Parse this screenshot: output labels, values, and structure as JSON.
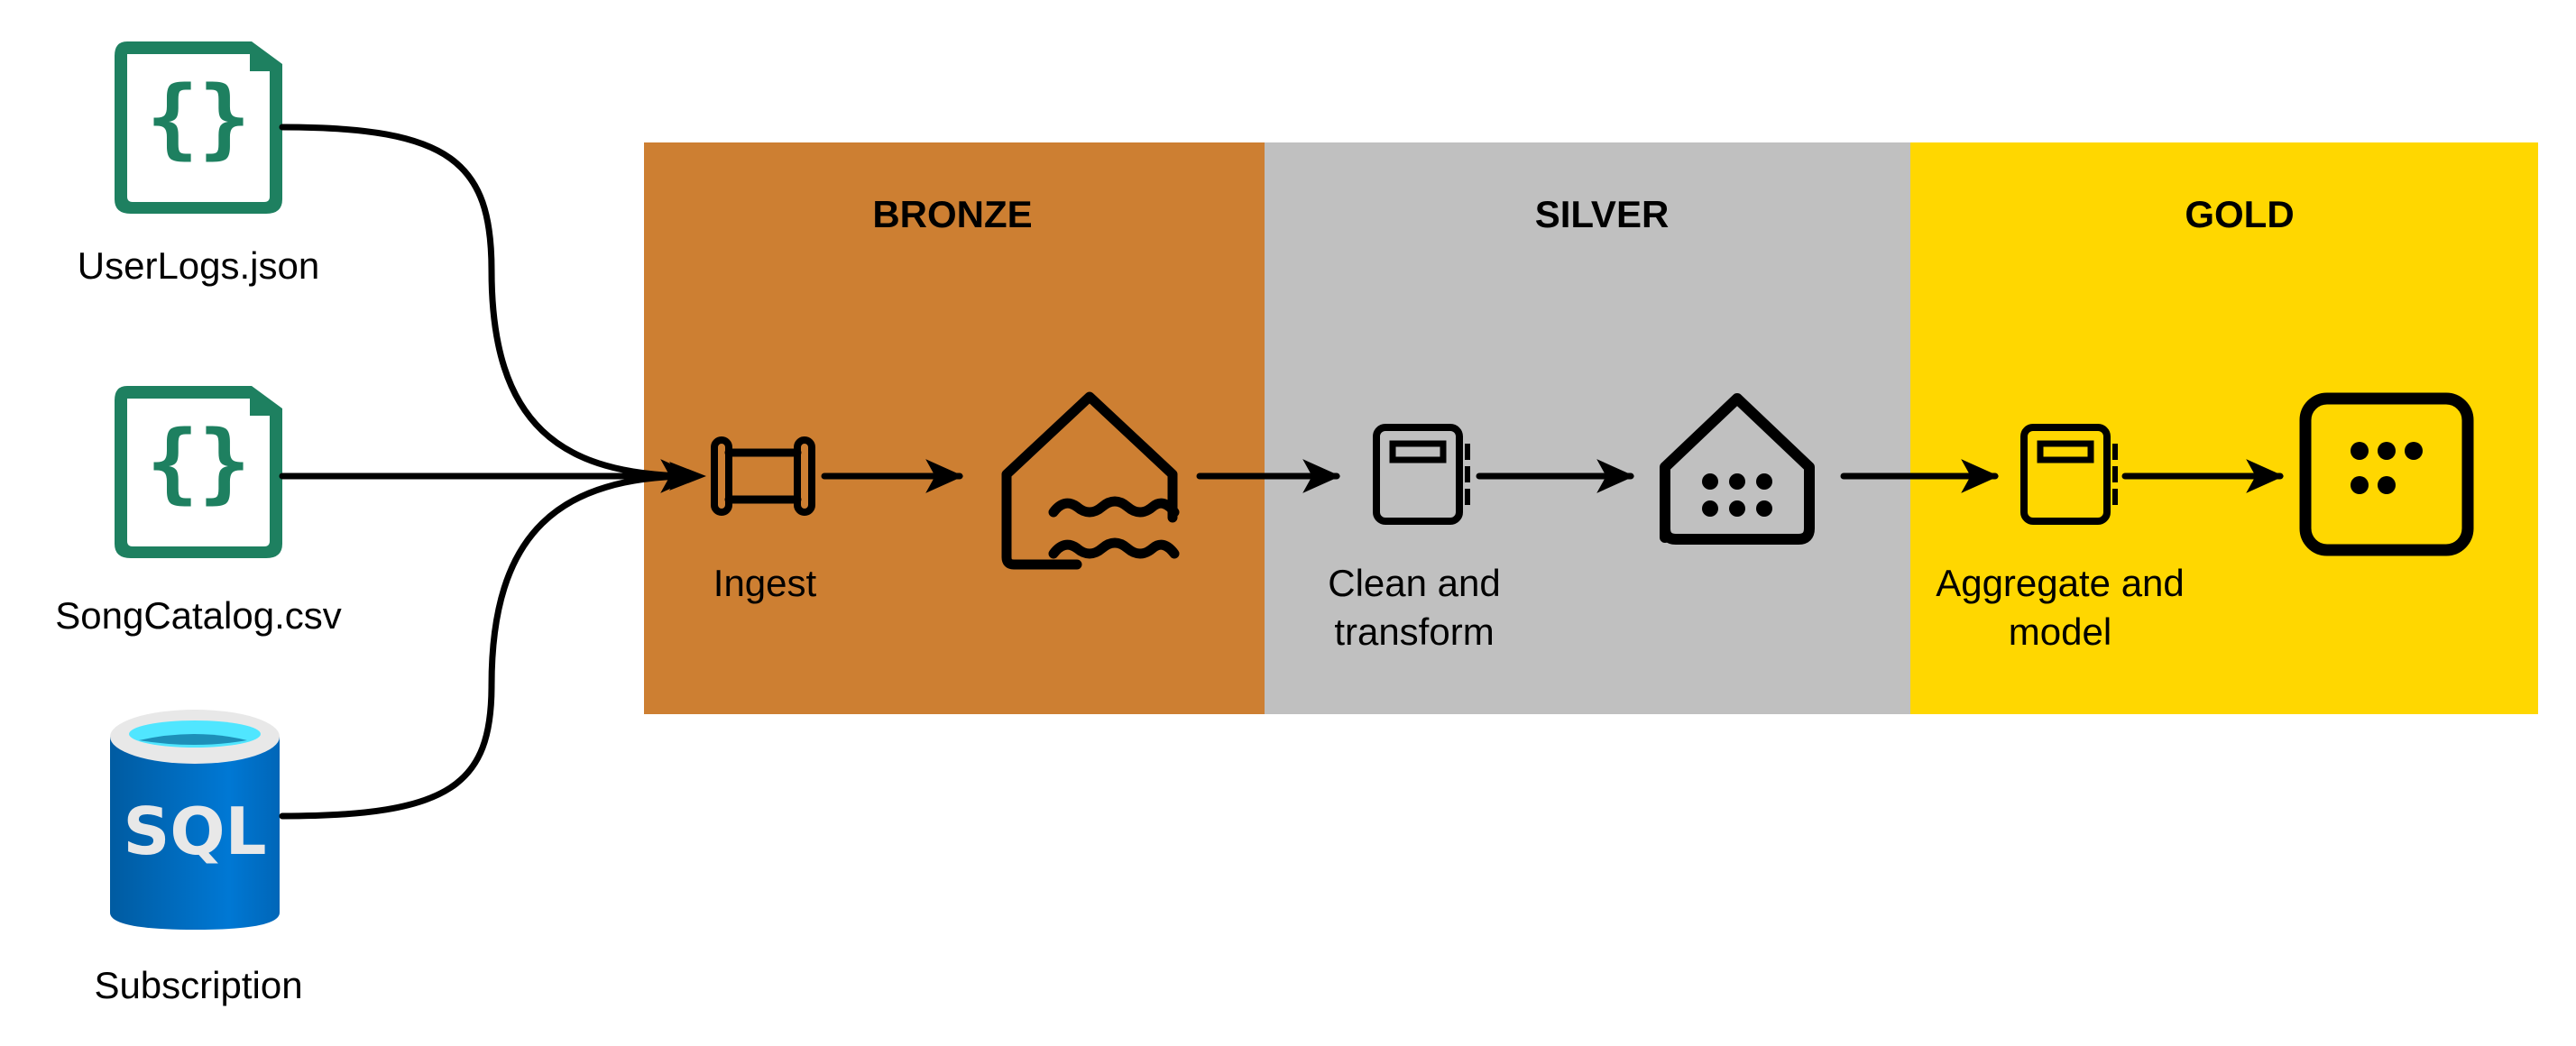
{
  "sources": [
    {
      "label": "UserLogs.json",
      "icon": "json-file-icon"
    },
    {
      "label": "SongCatalog.csv",
      "icon": "json-file-icon"
    },
    {
      "label": "Subscription",
      "icon": "sql-database-icon",
      "icon_text": "SQL"
    }
  ],
  "layers": {
    "bronze": {
      "title": "BRONZE",
      "color": "#CD7F32",
      "step_label": "Ingest"
    },
    "silver": {
      "title": "SILVER",
      "color": "#C0C0C0",
      "step_label_line1": "Clean and",
      "step_label_line2": "transform"
    },
    "gold": {
      "title": "GOLD",
      "color": "#FFD700",
      "step_label_line1": "Aggregate and",
      "step_label_line2": "model"
    }
  },
  "colors": {
    "file_icon": "#1E8060",
    "sql_body": "#0072C6",
    "sql_top": "#50E6FF"
  }
}
